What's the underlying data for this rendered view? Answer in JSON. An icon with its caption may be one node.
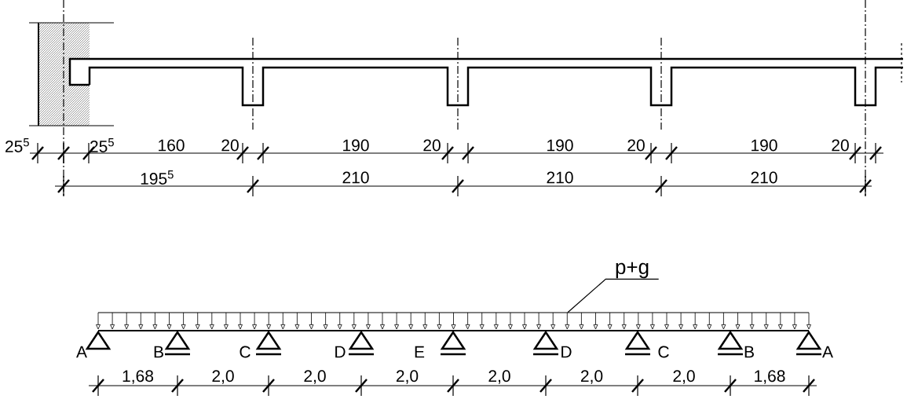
{
  "diagram": {
    "nodes": [
      {
        "text": [
          "p+g"
        ]
      },
      {
        "text": [],
        "shape": "bar"
      }
    ],
    "edges": [
      {
        "from": 0,
        "to": 1,
        "arrow": "none"
      }
    ],
    "labels": [
      "25$^{5}$",
      "25$^{5}$",
      "160",
      "20",
      "190",
      "20",
      "190",
      "20",
      "190",
      "20",
      "195$^{5}$",
      "210",
      "210",
      "210",
      "A",
      "B",
      "C",
      "D",
      "E",
      "D",
      "C",
      "B",
      "A",
      "1,68",
      "2,0",
      "2,0",
      "2,0",
      "2,0",
      "2,0",
      "2,0",
      "1,68"
    ]
  }
}
